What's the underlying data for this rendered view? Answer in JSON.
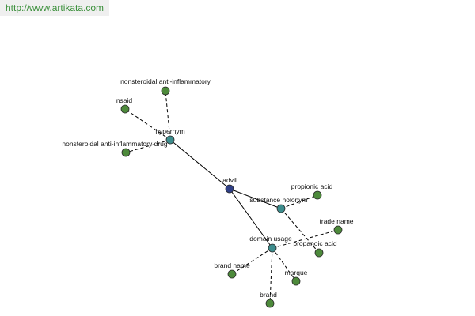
{
  "url_text": "http://www.artikata.com",
  "colors": {
    "center": "#2f3f86",
    "relation": "#3d8d8d",
    "leaf": "#4d8a3b",
    "url_text": "#3a8f3a"
  },
  "nodes": {
    "advil": "advil",
    "hypernym": "hypernym",
    "substance_holonym": "substance holonym",
    "domain_usage": "domain usage",
    "nonsteroidal_anti_inflammatory": "nonsteroidal anti-inflammatory",
    "nsaid": "nsaid",
    "nonsteroidal_anti_inflammatory_drug": "nonsteroidal anti-inflammatory drug",
    "propionic_acid": "propionic acid",
    "propanoic_acid": "propanoic acid",
    "trade_name": "trade name",
    "brand_name": "brand name",
    "marque": "marque",
    "brand": "brand"
  }
}
